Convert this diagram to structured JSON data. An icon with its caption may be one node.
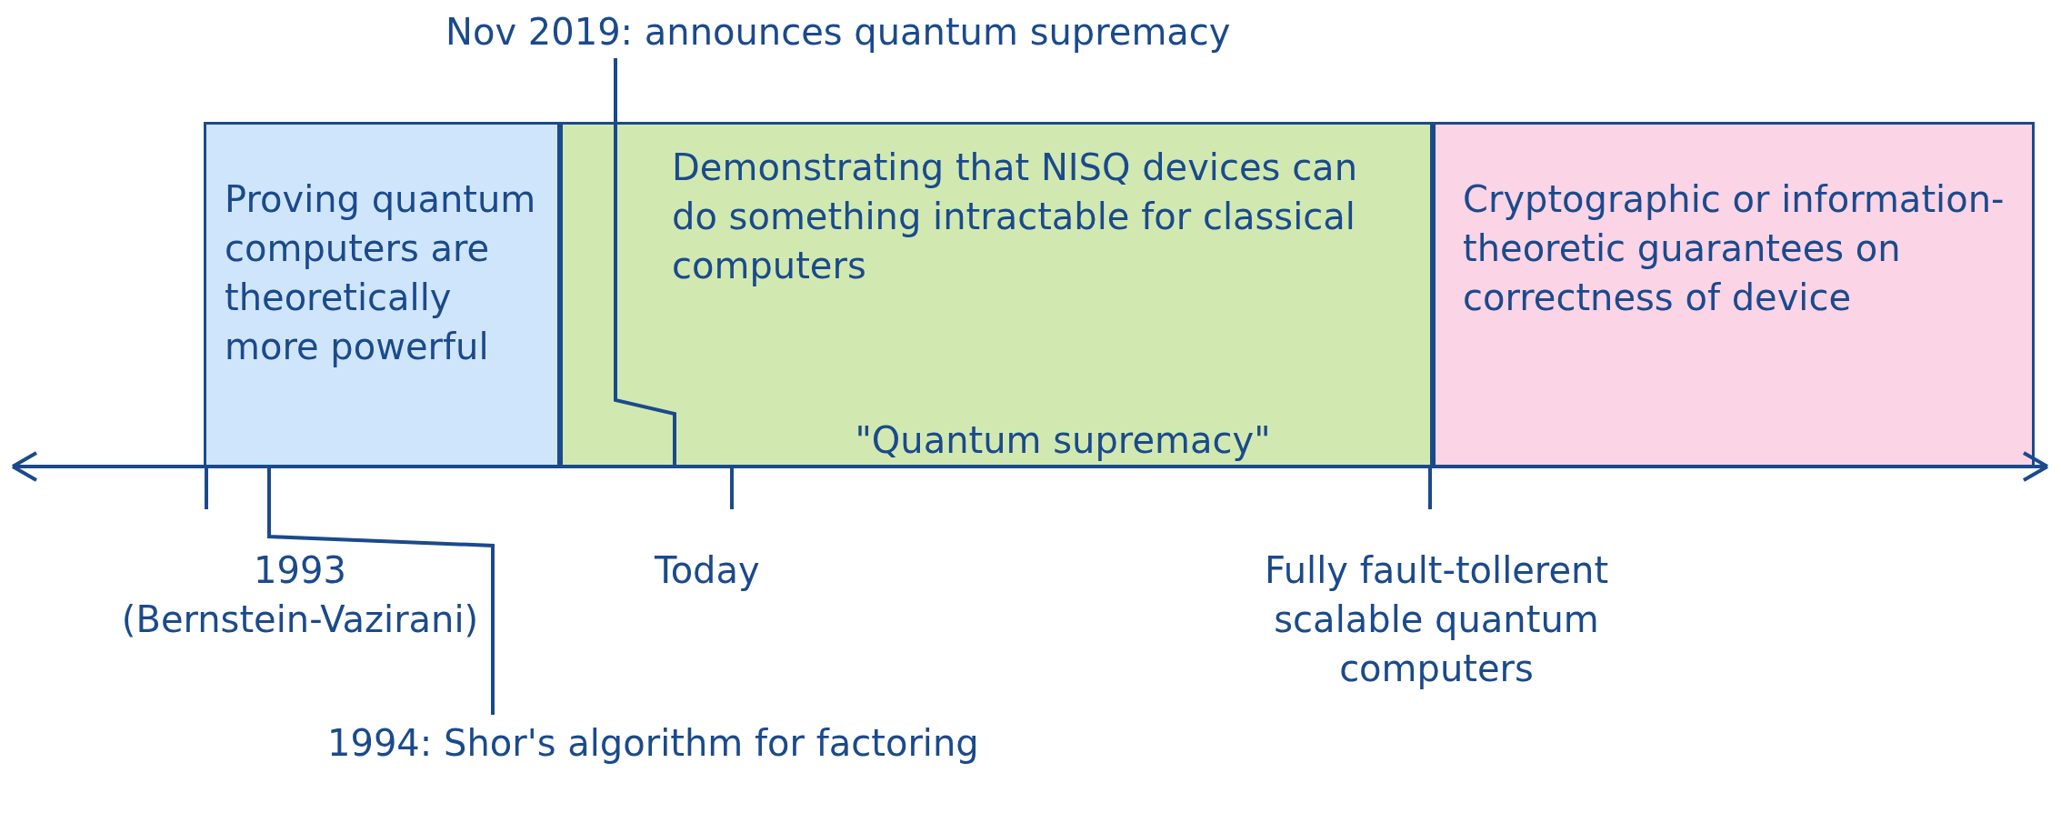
{
  "diagram": {
    "nodes": [
      {
        "text": [
          "Proving quantum computers are theoretically more powerful"
        ]
      },
      {
        "text": [
          "Demonstrating that NISQ devices can do something intractable for classical computers",
          "\"Quantum supremacy\""
        ]
      },
      {
        "text": [
          "Cryptographic or information-theoretic guarantees on correctness of device"
        ]
      },
      {
        "text": [
          "Nov 2019: announces quantum supremacy"
        ]
      },
      {
        "text": [
          "1994: Shor's algorithm for factoring"
        ]
      }
    ],
    "edges": [
      {
        "from": 3,
        "to": 1,
        "arrow": "none"
      },
      {
        "from": 4,
        "to": 0,
        "arrow": "none"
      }
    ],
    "labels": [
      "1993 (Bernstein-Vazirani)",
      "Today",
      "Fully fault-tollerent scalable quantum computers"
    ]
  }
}
